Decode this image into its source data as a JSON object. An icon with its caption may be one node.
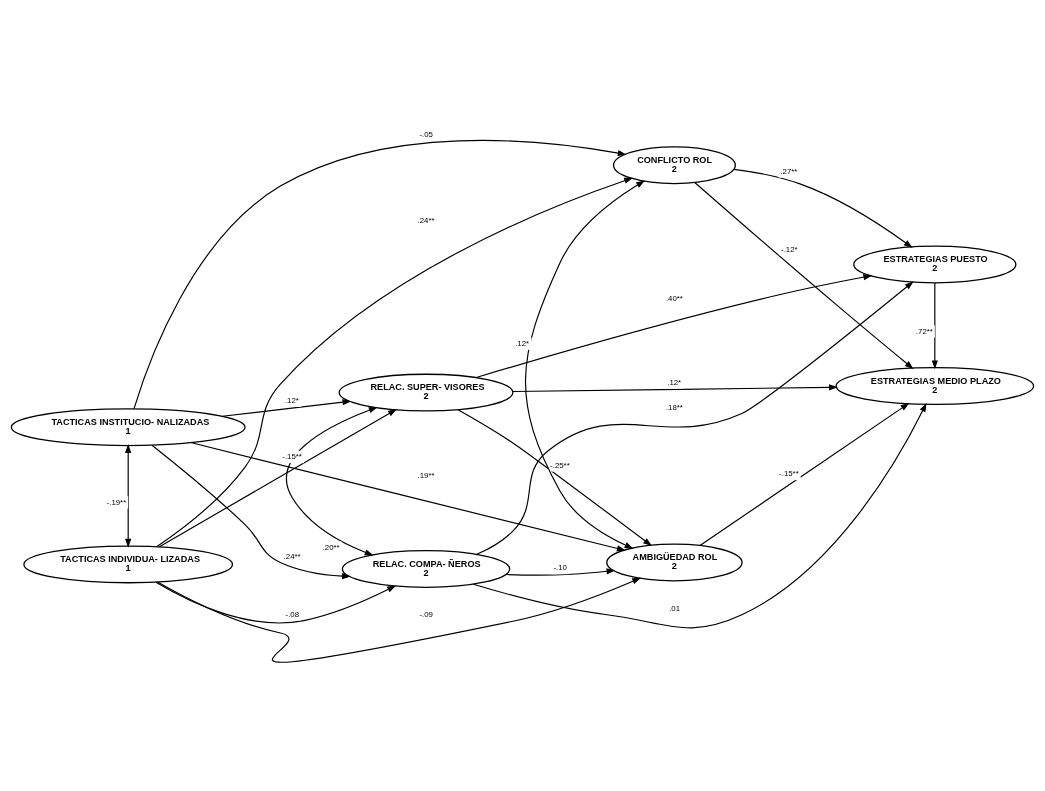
{
  "diagram": {
    "nodes": [
      {
        "text": [
          "TACTICAS INSTITUCIO- NALIZADAS",
          "1"
        ]
      },
      {
        "text": [
          "RELAC. SUPER- VISORES",
          "2"
        ]
      },
      {
        "text": [
          "RELAC. COMPA- ÑEROS",
          "2"
        ]
      },
      {
        "text": [
          "TACTICAS INDIVIDUA- LIZADAS",
          "1"
        ]
      },
      {
        "text": [
          "CONFLICTO ROL",
          "2"
        ]
      },
      {
        "text": [
          "AMBIGÜEDAD ROL",
          "2"
        ]
      },
      {
        "text": [
          "ESTRATEGIAS PUESTO",
          "2"
        ]
      },
      {
        "text": [
          "ESTRATEGIAS MEDIO PLAZO",
          "2"
        ]
      }
    ],
    "edges": [
      {
        "from": 0,
        "to": 4,
        "arrow": "to",
        "label": "-.05"
      },
      {
        "from": 0,
        "to": 1,
        "arrow": "to",
        "label": ".12*"
      },
      {
        "from": 0,
        "to": 5,
        "arrow": "to",
        "label": ".19**"
      },
      {
        "from": 0,
        "to": 2,
        "arrow": "to",
        "label": ".24**"
      },
      {
        "from": 0,
        "to": 3,
        "arrow": "both",
        "label": "-.19**"
      },
      {
        "from": 1,
        "to": 6,
        "arrow": "to",
        "label": ".40**"
      },
      {
        "from": 1,
        "to": 7,
        "arrow": "to",
        "label": ".12*"
      },
      {
        "from": 1,
        "to": 2,
        "arrow": "both",
        "label": ".20**"
      },
      {
        "from": 1,
        "to": 5,
        "arrow": "to",
        "label": "-.25**"
      },
      {
        "from": 3,
        "to": 1,
        "arrow": "to",
        "label": "-.15**"
      },
      {
        "from": 3,
        "to": 2,
        "arrow": "to",
        "label": "-.08"
      },
      {
        "from": 3,
        "to": 4,
        "arrow": "to",
        "label": ".24**"
      },
      {
        "from": 3,
        "to": 5,
        "arrow": "to",
        "label": "-.09"
      },
      {
        "from": 2,
        "to": 5,
        "arrow": "to",
        "label": "-.10"
      },
      {
        "from": 2,
        "to": 7,
        "arrow": "to",
        "label": ".01"
      },
      {
        "from": 2,
        "to": 6,
        "arrow": "to",
        "label": ".18**"
      },
      {
        "from": 4,
        "to": 6,
        "arrow": "to",
        "label": ".27**"
      },
      {
        "from": 4,
        "to": 5,
        "arrow": "both",
        "label": ".12*"
      },
      {
        "from": 4,
        "to": 7,
        "arrow": "to",
        "label": "-.12*"
      },
      {
        "from": 5,
        "to": 7,
        "arrow": "to",
        "label": "-.15**"
      },
      {
        "from": 6,
        "to": 7,
        "arrow": "to",
        "label": ".72**"
      }
    ]
  }
}
